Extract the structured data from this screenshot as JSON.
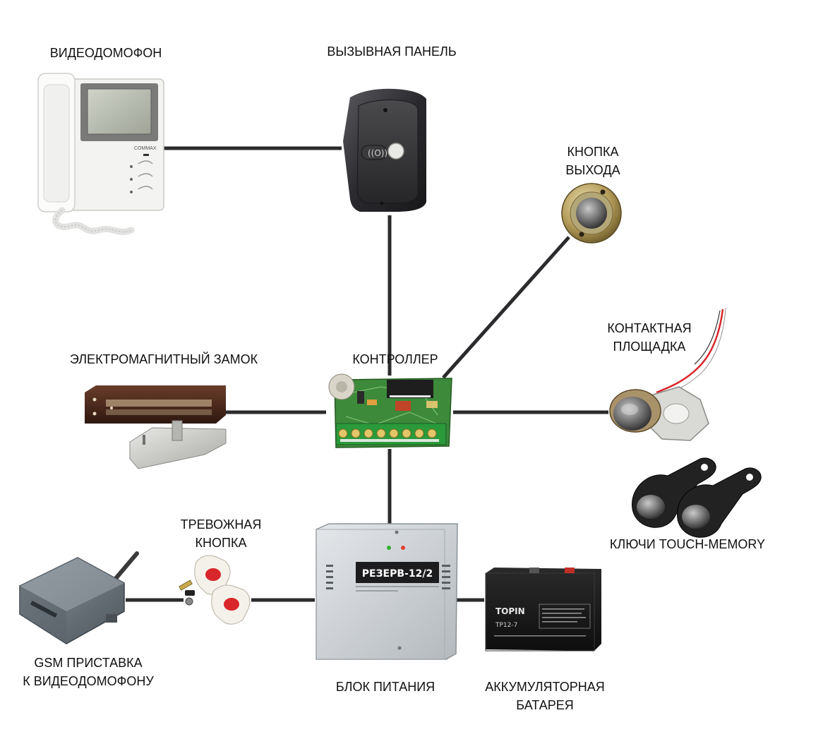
{
  "labels": {
    "videophone": "ВИДЕОДОМОФОН",
    "call_panel": "ВЫЗЫВНАЯ ПАНЕЛЬ",
    "exit_button_line1": "КНОПКА",
    "exit_button_line2": "ВЫХОДА",
    "contact_pad_line1": "КОНТАКТНАЯ",
    "contact_pad_line2": "ПЛОЩАДКА",
    "electromagnetic_lock": "ЭЛЕКТРОМАГНИТНЫЙ ЗАМОК",
    "controller": "КОНТРОЛЛЕР",
    "touch_memory_keys": "КЛЮЧИ TOUCH-MEMORY",
    "alarm_button_line1": "ТРЕВОЖНАЯ",
    "alarm_button_line2": "КНОПКА",
    "gsm_line1": "GSM ПРИСТАВКА",
    "gsm_line2": "К ВИДЕОДОМОФОНУ",
    "power_supply": "БЛОК ПИТАНИЯ",
    "battery_line1": "АККУМУЛЯТОРНАЯ",
    "battery_line2": "БАТАРЕЯ"
  },
  "device_text": {
    "commax_logo": "COMMAX",
    "psu_brand": "РЕЗЕРВ-12/2",
    "battery_brand": "TOPIN",
    "battery_model": "TP12-7"
  },
  "colors": {
    "line": "#2b2b2e",
    "accent_red": "#d8262a",
    "brass": "#b8a060",
    "pcb_green": "#3c8a3a"
  }
}
